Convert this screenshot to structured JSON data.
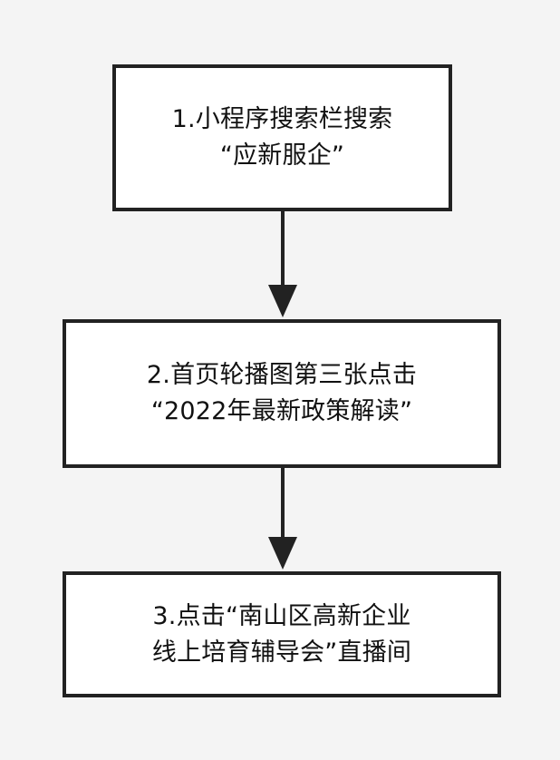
{
  "nodes": [
    {
      "lines": [
        "1.小程序搜索栏搜索",
        "“应新服企”"
      ]
    },
    {
      "lines": [
        "2.首页轮播图第三张点击",
        "“2022年最新政策解读”"
      ]
    },
    {
      "lines": [
        "3.点击“南山区高新企业",
        "线上培育辅导会”直播间"
      ]
    }
  ],
  "colors": {
    "background": "#f4f4f4",
    "box_fill": "#ffffff",
    "stroke": "#222222",
    "text": "#111111"
  },
  "icons": {
    "arrow": "down-arrow-icon"
  }
}
